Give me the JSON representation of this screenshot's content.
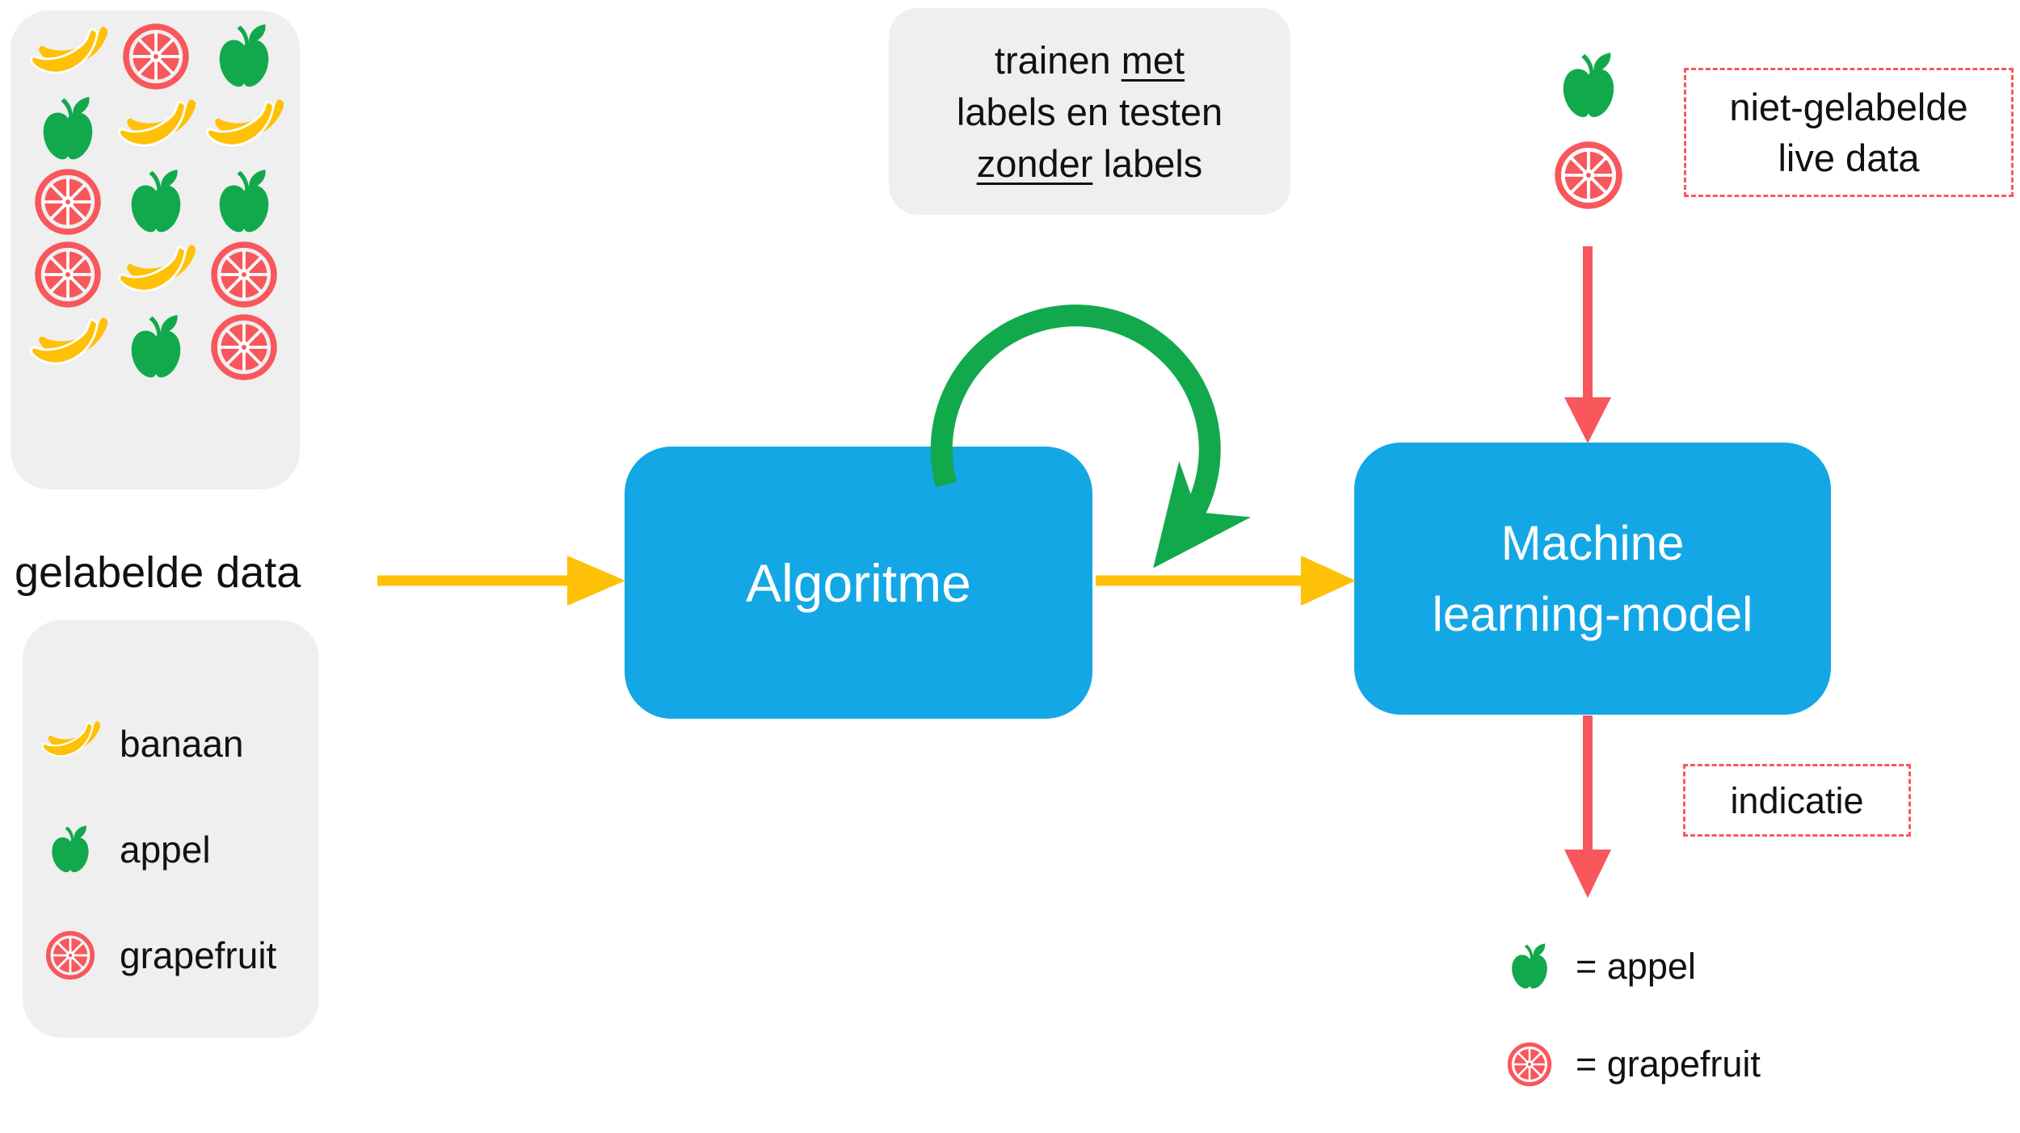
{
  "colors": {
    "blue": "#14a7e6",
    "green": "#12a94c",
    "yellow": "#ffc107",
    "red": "#f8575c",
    "panel": "#efefef",
    "ink": "#111111"
  },
  "labeled_data_panel": {
    "caption": "gelabelde data",
    "grid": [
      [
        "banana",
        "grapefruit",
        "apple"
      ],
      [
        "apple",
        "banana",
        "banana"
      ],
      [
        "grapefruit",
        "apple",
        "apple"
      ],
      [
        "grapefruit",
        "banana",
        "grapefruit"
      ],
      [
        "banana",
        "apple",
        "grapefruit"
      ]
    ]
  },
  "legend": {
    "items": [
      {
        "icon": "banana",
        "label": "banaan"
      },
      {
        "icon": "apple",
        "label": "appel"
      },
      {
        "icon": "grapefruit",
        "label": "grapefruit"
      }
    ]
  },
  "training_note": {
    "line1_text": "trainen",
    "line1_underlined": "met",
    "line2": "labels en testen",
    "line3_underlined": "zonder",
    "line3_text": "labels"
  },
  "algorithm_box": {
    "label": "Algoritme"
  },
  "model_box": {
    "line1": "Machine",
    "line2": "learning-model"
  },
  "live_data": {
    "icons": [
      "apple",
      "grapefruit"
    ],
    "note_line1": "niet-gelabelde",
    "note_line2": "live data"
  },
  "indication": {
    "label": "indicatie"
  },
  "predictions": {
    "items": [
      {
        "icon": "apple",
        "label": "= appel"
      },
      {
        "icon": "grapefruit",
        "label": "= grapefruit"
      }
    ]
  }
}
